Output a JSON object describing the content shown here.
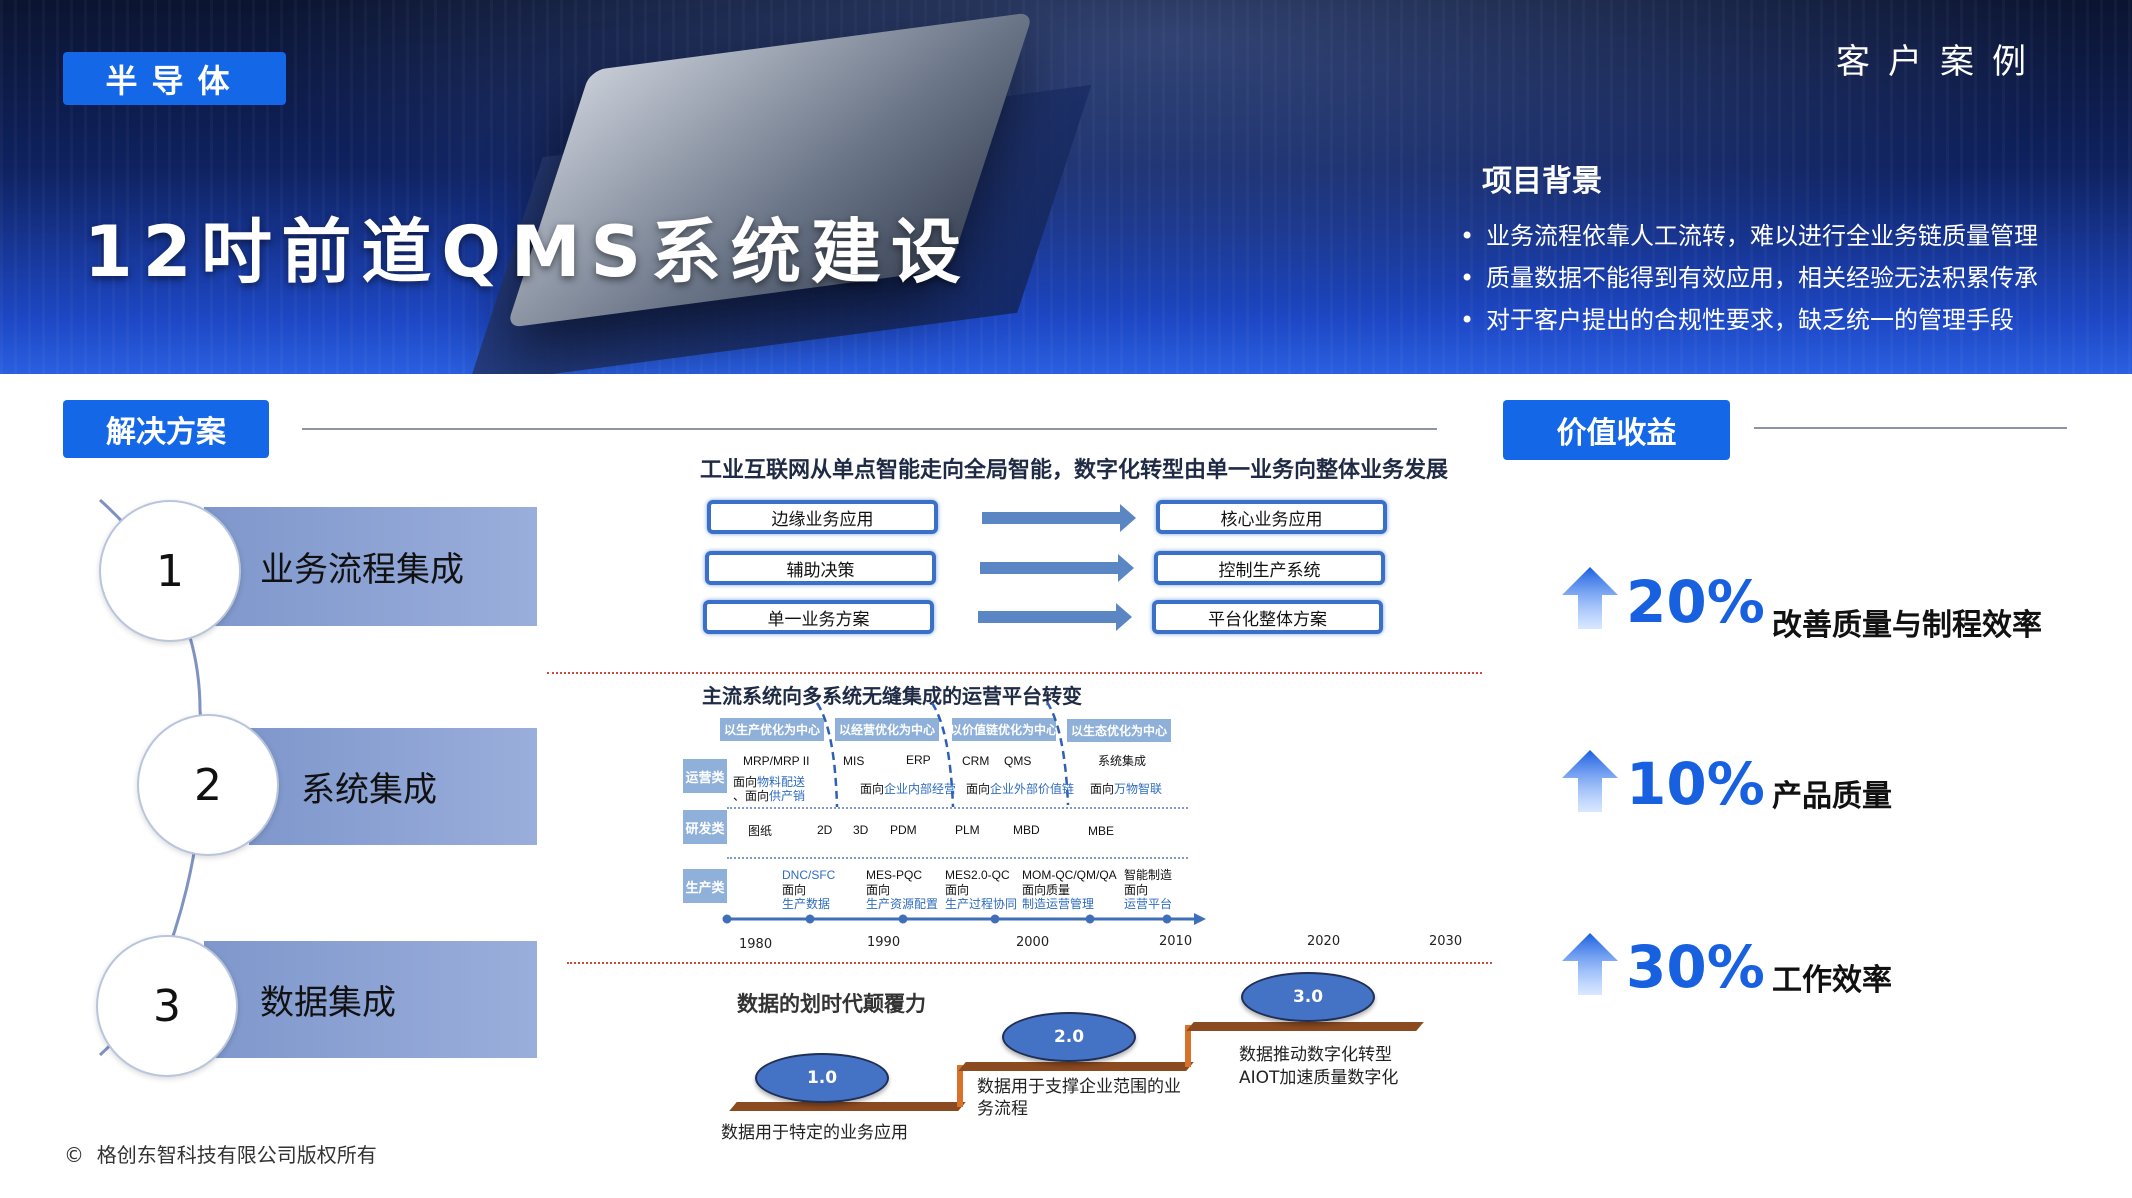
{
  "header": {
    "industry_tag": "半导体",
    "title": "12吋前道QMS系统建设",
    "corner_label": "客户案例",
    "background": {
      "heading": "项目背景",
      "bullets": [
        "业务流程依靠人工流转，难以进行全业务链质量管理",
        "质量数据不能得到有效应用，相关经验无法积累传承",
        "对于客户提出的合规性要求，缺乏统一的管理手段"
      ]
    }
  },
  "solution": {
    "tag": "解决方案",
    "items": [
      {
        "num": "1",
        "label": "业务流程集成"
      },
      {
        "num": "2",
        "label": "系统集成"
      },
      {
        "num": "3",
        "label": "数据集成"
      }
    ]
  },
  "diagram1": {
    "heading": "工业互联网从单点智能走向全局智能，数字化转型由单一业务向整体业务发展",
    "rows": [
      {
        "from": "边缘业务应用",
        "to": "核心业务应用"
      },
      {
        "from": "辅助决策",
        "to": "控制生产系统"
      },
      {
        "from": "单一业务方案",
        "to": "平台化整体方案"
      }
    ]
  },
  "diagram2": {
    "heading": "主流系统向多系统无缝集成的运营平台转变",
    "eras": [
      "以生产优化为中心",
      "以经营优化为中心",
      "以价值链优化为中心",
      "以生态优化为中心"
    ],
    "categories": [
      "运营类",
      "研发类",
      "生产类"
    ],
    "ops": {
      "items": [
        "MRP/MRP II",
        "MIS",
        "ERP",
        "CRM",
        "QMS",
        "系统集成"
      ],
      "desc": [
        {
          "pre": "面向",
          "hl": "物料配送",
          "mid": "、面向",
          "hl2": "供产销"
        },
        {
          "pre": "面向",
          "hl": "企业内部经营"
        },
        {
          "pre": "面向",
          "hl": "企业外部价值链"
        },
        {
          "pre": "面向",
          "hl": "万物智联"
        }
      ]
    },
    "rd": [
      "图纸",
      "2D",
      "3D",
      "PDM",
      "PLM",
      "MBD",
      "MBE"
    ],
    "prod": {
      "items": [
        "DNC/SFC",
        "MES-PQC",
        "MES2.0-QC",
        "MOM-QC/QM/QA",
        "智能制造"
      ],
      "desc": [
        {
          "pre": "面向",
          "hl": "生产数据"
        },
        {
          "pre": "面向",
          "hl": "生产资源配置"
        },
        {
          "pre": "面向",
          "hl": "生产过程协同"
        },
        {
          "pre": "面向质量",
          "hl": "制造运营管理"
        },
        {
          "pre": "面向",
          "hl": "运营平台"
        }
      ]
    },
    "years": [
      "1980",
      "1990",
      "2000",
      "2010",
      "2020",
      "2030"
    ]
  },
  "diagram3": {
    "heading": "数据的划时代颠覆力",
    "stages": [
      {
        "version": "1.0",
        "desc": "数据用于特定的业务应用"
      },
      {
        "version": "2.0",
        "desc": "数据用于支撑企业范围的业务流程"
      },
      {
        "version": "3.0",
        "desc": "数据推动数字化转型",
        "desc2": "AIOT加速质量数字化"
      }
    ]
  },
  "value": {
    "tag": "价值收益",
    "items": [
      {
        "pct": "20%",
        "label": "改善质量与制程效率"
      },
      {
        "pct": "10%",
        "label": "产品质量"
      },
      {
        "pct": "30%",
        "label": "工作效率"
      }
    ]
  },
  "footer": {
    "copyright_symbol": "©",
    "copyright": "格创东智科技有限公司版权所有"
  },
  "colors": {
    "accent": "#1467e6",
    "band": "#8fa5d6",
    "step": "#8b4a20"
  }
}
